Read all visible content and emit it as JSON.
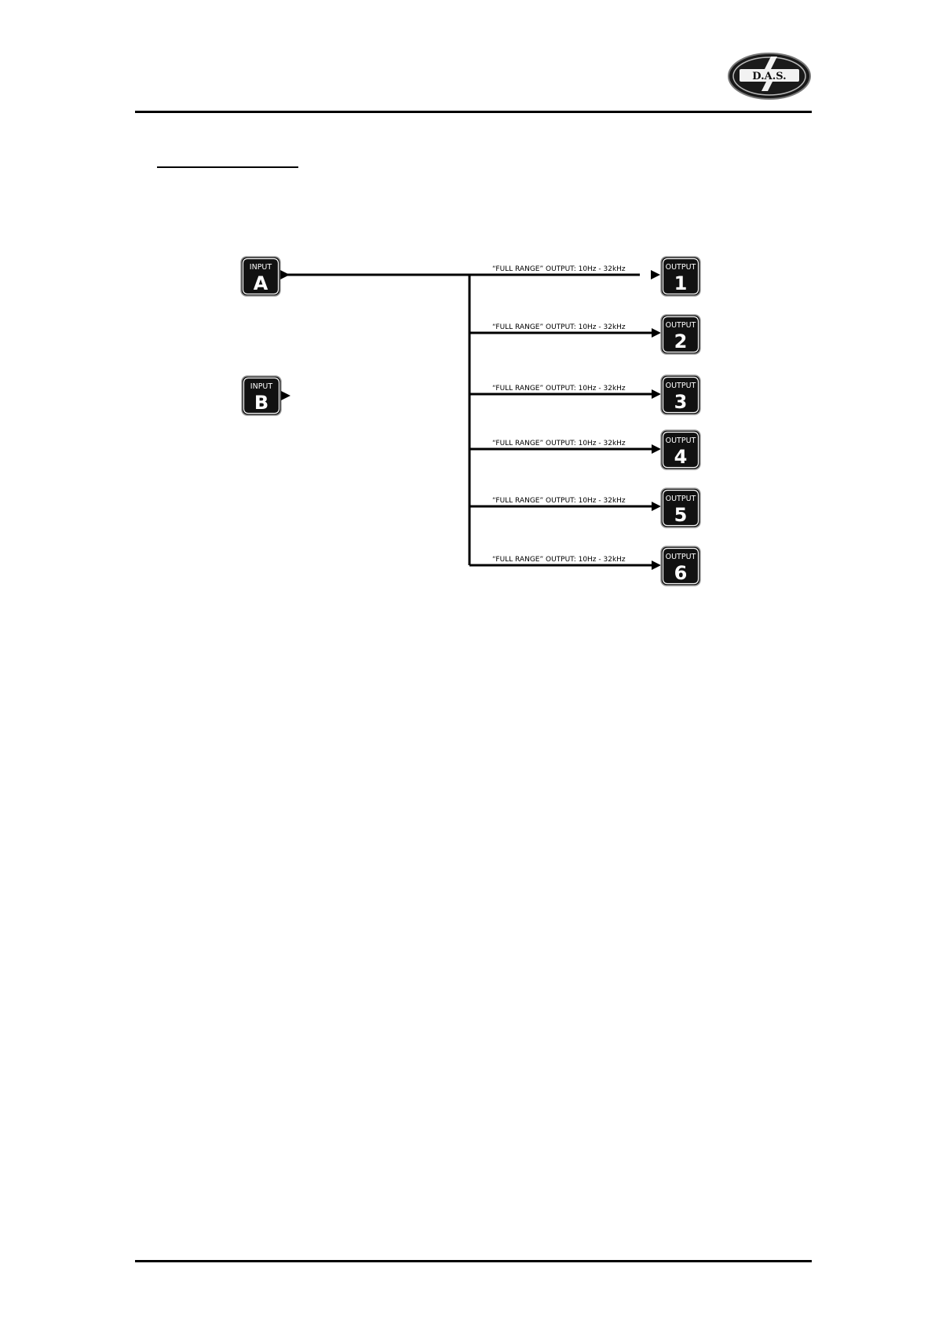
{
  "logo": {
    "text": "D.A.S."
  },
  "diagram": {
    "inputs": [
      {
        "label": "INPUT",
        "id": "A"
      },
      {
        "label": "INPUT",
        "id": "B"
      }
    ],
    "outputs": [
      {
        "label": "OUTPUT",
        "number": "1",
        "range": "“FULL RANGE” OUTPUT: 10Hz - 32kHz"
      },
      {
        "label": "OUTPUT",
        "number": "2",
        "range": "“FULL RANGE” OUTPUT: 10Hz - 32kHz"
      },
      {
        "label": "OUTPUT",
        "number": "3",
        "range": "“FULL RANGE” OUTPUT: 10Hz - 32kHz"
      },
      {
        "label": "OUTPUT",
        "number": "4",
        "range": "“FULL RANGE” OUTPUT: 10Hz - 32kHz"
      },
      {
        "label": "OUTPUT",
        "number": "5",
        "range": "“FULL RANGE” OUTPUT: 10Hz - 32kHz"
      },
      {
        "label": "OUTPUT",
        "number": "6",
        "range": "“FULL RANGE” OUTPUT: 10Hz - 32kHz"
      }
    ]
  }
}
